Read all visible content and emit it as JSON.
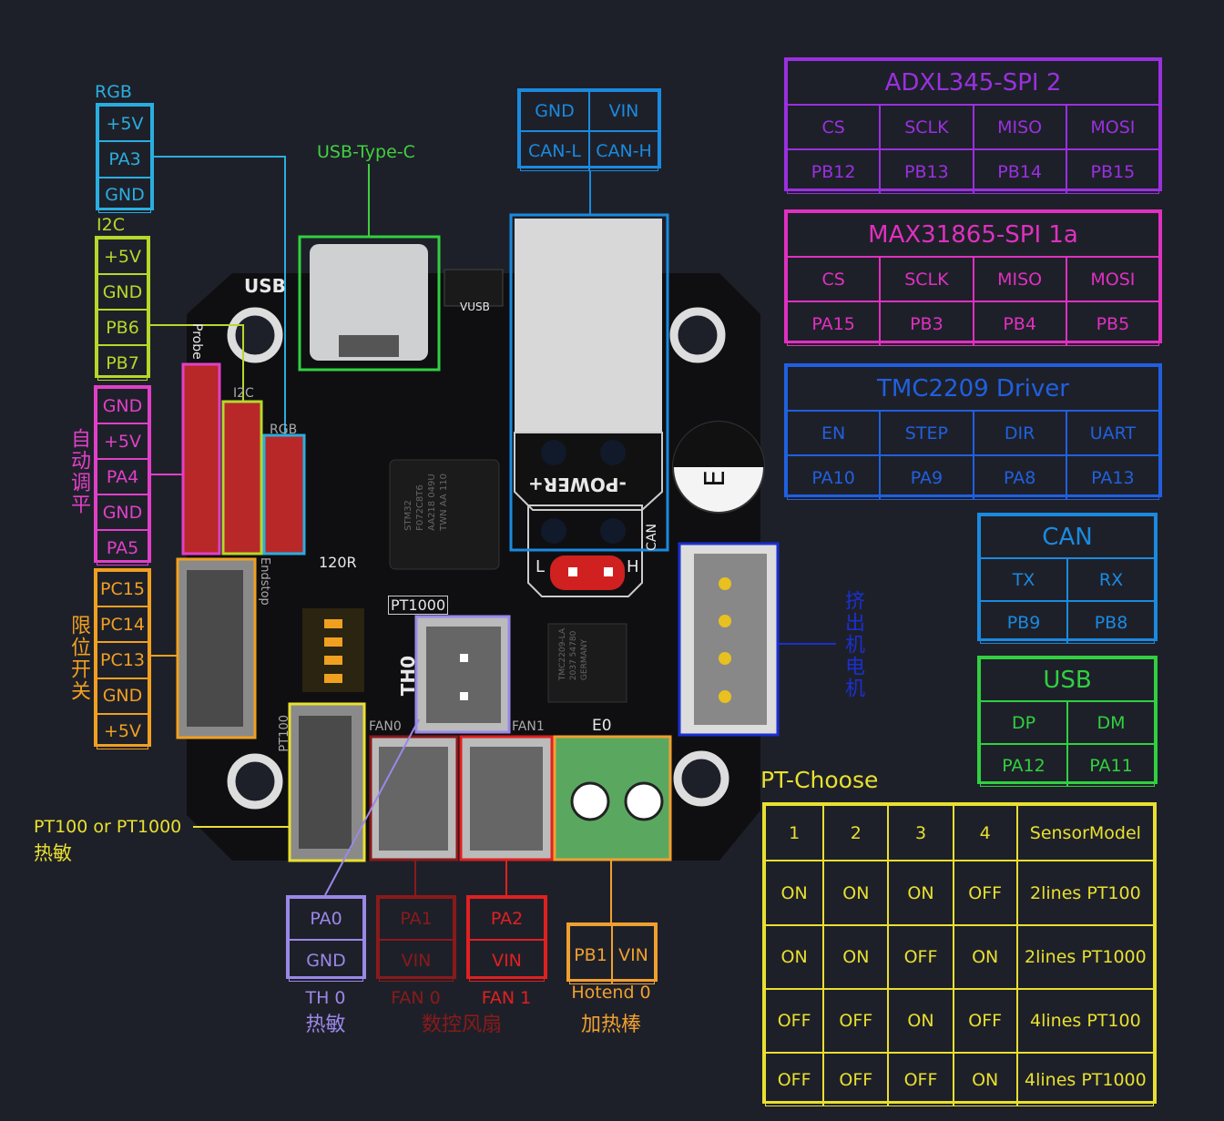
{
  "rgb": {
    "label": "RGB",
    "pins": [
      "+5V",
      "PA3",
      "GND"
    ],
    "color": "#2aaee0"
  },
  "i2c": {
    "label": "I2C",
    "pins": [
      "+5V",
      "GND",
      "PB6",
      "PB7"
    ],
    "color": "#b5d92a"
  },
  "autolevel": {
    "label": "自动调平",
    "pins": [
      "GND",
      "+5V",
      "PA4",
      "GND",
      "PA5"
    ],
    "color": "#e040c8"
  },
  "endstop": {
    "label": "限位开关",
    "pins": [
      "PC15",
      "PC14",
      "PC13",
      "GND",
      "+5V"
    ],
    "color": "#f0a020"
  },
  "can_power": {
    "cells": [
      "GND",
      "VIN",
      "CAN-L",
      "CAN-H"
    ],
    "color": "#1a8ae0"
  },
  "usb_type_c": {
    "label": "USB-Type-C",
    "color": "#40d040"
  },
  "adxl345": {
    "title": "ADXL345-SPI 2",
    "headers": [
      "CS",
      "SCLK",
      "MISO",
      "MOSI"
    ],
    "values": [
      "PB12",
      "PB13",
      "PB14",
      "PB15"
    ],
    "color": "#9a30e0"
  },
  "max31865": {
    "title": "MAX31865-SPI 1a",
    "headers": [
      "CS",
      "SCLK",
      "MISO",
      "MOSI"
    ],
    "values": [
      "PA15",
      "PB3",
      "PB4",
      "PB5"
    ],
    "color": "#e030c0"
  },
  "tmc2209": {
    "title": "TMC2209 Driver",
    "headers": [
      "EN",
      "STEP",
      "DIR",
      "UART"
    ],
    "values": [
      "PA10",
      "PA9",
      "PA8",
      "PA13"
    ],
    "color": "#2060e0"
  },
  "can": {
    "title": "CAN",
    "headers": [
      "TX",
      "RX"
    ],
    "values": [
      "PB9",
      "PB8"
    ],
    "color": "#1a8ae0"
  },
  "usb": {
    "title": "USB",
    "headers": [
      "DP",
      "DM"
    ],
    "values": [
      "PA12",
      "PA11"
    ],
    "color": "#30d040"
  },
  "pt_choose": {
    "title": "PT-Choose",
    "color": "#e8e030",
    "headers": [
      "1",
      "2",
      "3",
      "4",
      "SensorModel"
    ],
    "rows": [
      [
        "ON",
        "ON",
        "ON",
        "OFF",
        "2lines PT100"
      ],
      [
        "ON",
        "ON",
        "OFF",
        "ON",
        "2lines PT1000"
      ],
      [
        "OFF",
        "OFF",
        "ON",
        "OFF",
        "4lines PT100"
      ],
      [
        "OFF",
        "OFF",
        "OFF",
        "ON",
        "4lines PT1000"
      ]
    ]
  },
  "pt_sensor": {
    "label": "PT100 or PT1000",
    "sublabel": "热敏",
    "color": "#e8e030"
  },
  "th0": {
    "pins": [
      "PA0",
      "GND"
    ],
    "label": "TH 0",
    "sublabel": "热敏",
    "color": "#9a88e8"
  },
  "fan0": {
    "pins": [
      "PA1",
      "VIN"
    ],
    "label": "FAN 0",
    "color": "#8a1a1a"
  },
  "fan1": {
    "pins": [
      "PA2",
      "VIN"
    ],
    "label": "FAN 1",
    "color": "#e02020"
  },
  "fans_label": "数控风扇",
  "hotend": {
    "pins": [
      "PB1",
      "VIN"
    ],
    "label": "Hotend 0",
    "sublabel": "加热棒",
    "color": "#f0a030"
  },
  "extruder_motor": {
    "label": "挤出机电机",
    "color": "#1a30d0"
  },
  "silkscreen": {
    "usb": "USB",
    "probe": "Probe",
    "i2c": "I2C",
    "rgb": "RGB",
    "endstop": "Endstop",
    "r120": "120R",
    "pt1000": "PT1000",
    "th0": "TH0",
    "fan0": "FAN0",
    "fan1": "FAN1",
    "e0": "E0",
    "power": "-POWER+",
    "can": "CAN",
    "vusb": "VUSB",
    "pt100": "PT100",
    "l": "L",
    "h": "H",
    "cap": "E",
    "mcu": [
      "STM32",
      "F072C8T6",
      "AA218 049U",
      "TWN AA 110"
    ],
    "driver": [
      "TMC2209-LA",
      "2037 54780",
      "GERMANY"
    ]
  }
}
